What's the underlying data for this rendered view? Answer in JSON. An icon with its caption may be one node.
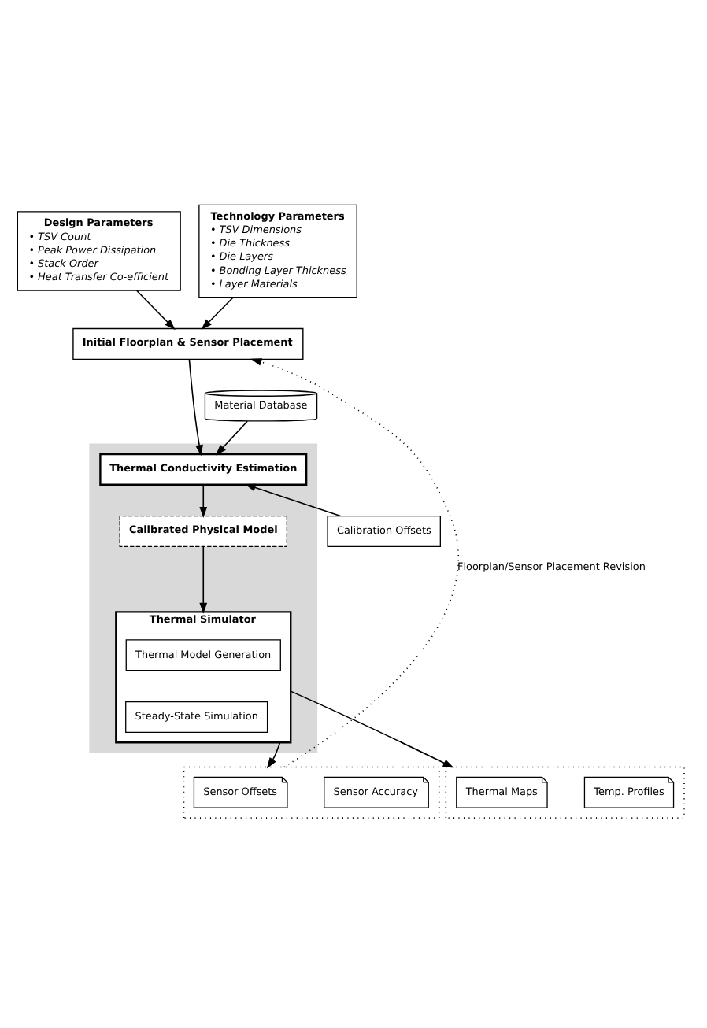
{
  "diagram": {
    "nodes": [
      {
        "text": [
          "Design Parameters",
          "• TSV Count",
          "• Peak Power Dissipation",
          "• Stack Order",
          "• Heat Transfer Co-efficient"
        ]
      },
      {
        "text": [
          "Technology Parameters",
          "• TSV Dimensions",
          "• Die Thickness",
          "• Die Layers",
          "• Bonding Layer Thickness",
          "• Layer Materials"
        ]
      },
      {
        "text": [
          "Initial Floorplan & Sensor Placement"
        ]
      },
      {
        "text": [],
        "shape": "box"
      },
      {
        "text": [
          "Material Database"
        ]
      },
      {
        "text": [
          "Thermal Conductivity Estimation"
        ],
        "in": 3
      },
      {
        "text": [
          "Calibration Offsets"
        ]
      },
      {
        "text": [
          "Calibrated Physical Model"
        ],
        "in": 3
      },
      {
        "text": [
          "Thermal Simulator"
        ],
        "in": 3
      },
      {
        "text": [
          "Thermal Model Generation"
        ],
        "in": 8
      },
      {
        "text": [
          "Steady-State Simulation"
        ],
        "in": 8
      },
      {
        "text": [],
        "shape": "box"
      },
      {
        "text": [
          "Sensor Offsets"
        ],
        "in": 11
      },
      {
        "text": [
          "Sensor Accuracy"
        ],
        "in": 11
      },
      {
        "text": [],
        "shape": "box"
      },
      {
        "text": [
          "Thermal Maps"
        ],
        "in": 14
      },
      {
        "text": [
          "Temp. Profiles"
        ],
        "in": 14
      }
    ],
    "edges": [
      {
        "from": 0,
        "to": 2,
        "arrow": "to"
      },
      {
        "from": 1,
        "to": 2,
        "arrow": "to"
      },
      {
        "from": 2,
        "to": 5,
        "arrow": "to"
      },
      {
        "from": 4,
        "to": 5,
        "arrow": "to"
      },
      {
        "from": 6,
        "to": 5,
        "arrow": "to"
      },
      {
        "from": 5,
        "to": 7,
        "arrow": "to"
      },
      {
        "from": 7,
        "to": 8,
        "arrow": "to"
      },
      {
        "from": 8,
        "to": 11,
        "arrow": "to"
      },
      {
        "from": 8,
        "to": 14,
        "arrow": "to"
      },
      {
        "from": 11,
        "to": 2,
        "arrow": "to",
        "label": "Floorplan/Sensor Placement Revision",
        "style": "dashed"
      }
    ]
  }
}
